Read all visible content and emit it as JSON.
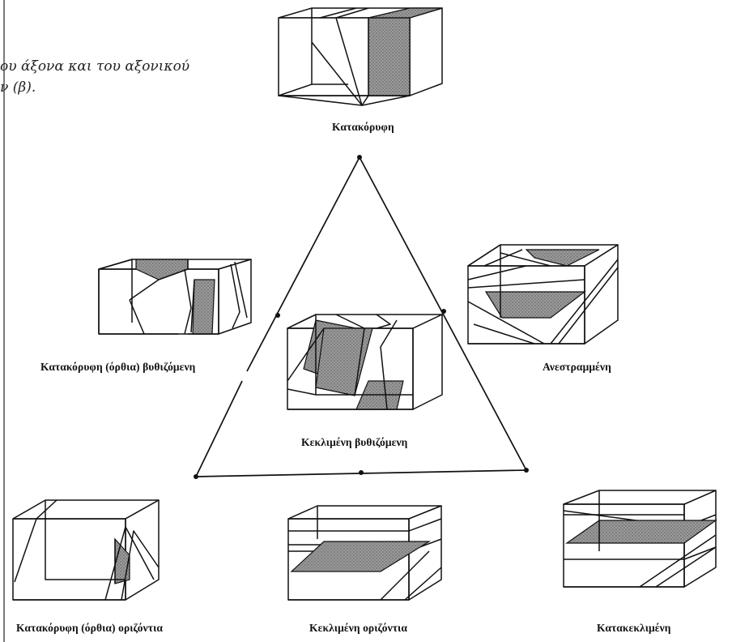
{
  "caption": {
    "line1": "ου άξονα και του αξονικού",
    "line2": "ν (β)."
  },
  "diagram": {
    "center_label": "Κεκλιμένη βυθιζόμενη",
    "blocks": [
      {
        "id": "top",
        "label": "Κατακόρυφη"
      },
      {
        "id": "upper-left",
        "label": "Κατακόρυφη (όρθια) βυθιζόμενη"
      },
      {
        "id": "upper-right",
        "label": "Ανεστραμμένη"
      },
      {
        "id": "bottom-left",
        "label": "Κατακόρυφη (όρθια) οριζόντια"
      },
      {
        "id": "bottom-center",
        "label": "Κεκλιμένη οριζόντια"
      },
      {
        "id": "bottom-right",
        "label": "Κατακεκλιμένη"
      }
    ],
    "hatch_color": "#8a8a8a",
    "line_color": "#111111"
  }
}
